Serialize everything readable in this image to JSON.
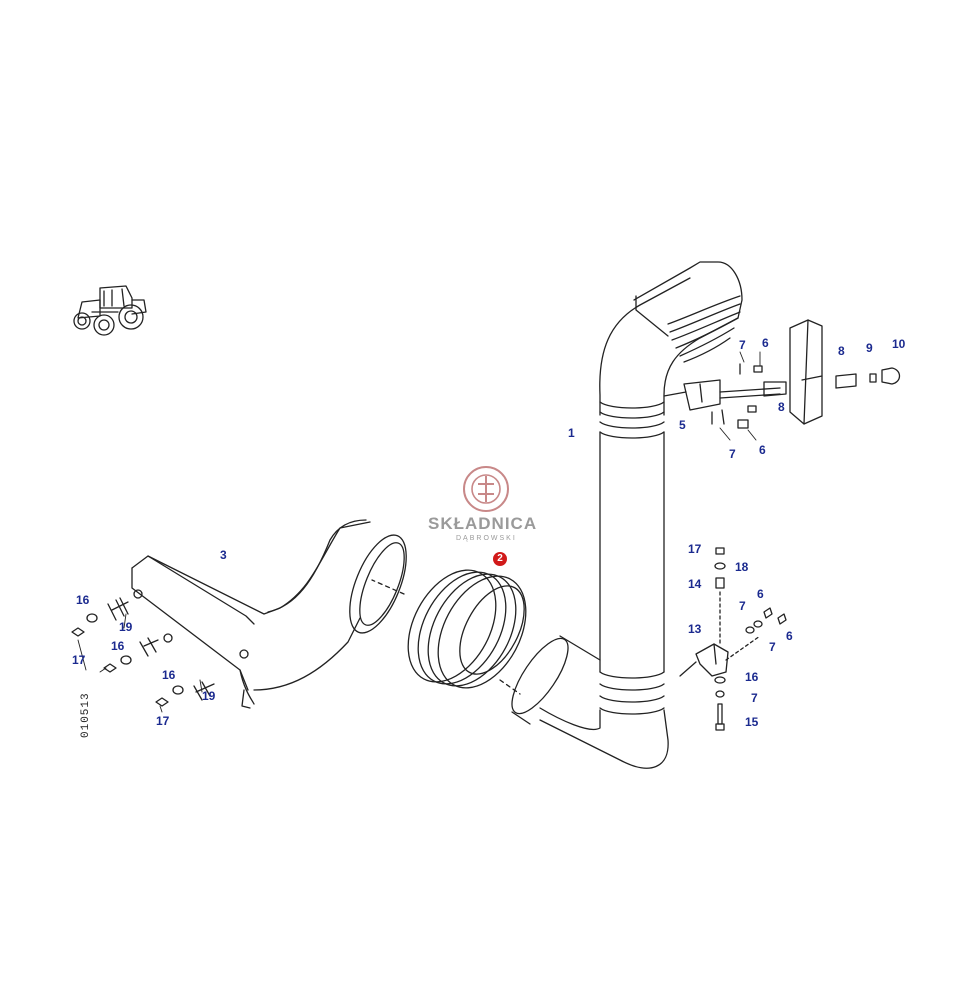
{
  "watermark": {
    "brand": "SKŁADNICA",
    "sub": "DĄBROWSKI"
  },
  "drawing_code": "010513",
  "hotspot": {
    "label": "2",
    "color": "#d11a1a"
  },
  "label_color": "#1b2a8f",
  "icons": {
    "vehicle": "tractor-icon"
  },
  "labels": [
    {
      "id": "p1",
      "text": "1"
    },
    {
      "id": "p3",
      "text": "3"
    },
    {
      "id": "p5",
      "text": "5"
    },
    {
      "id": "p6a",
      "text": "6"
    },
    {
      "id": "p7a",
      "text": "7"
    },
    {
      "id": "p8a",
      "text": "8"
    },
    {
      "id": "p9",
      "text": "9"
    },
    {
      "id": "p10",
      "text": "10"
    },
    {
      "id": "p8b",
      "text": "8"
    },
    {
      "id": "p7b",
      "text": "7"
    },
    {
      "id": "p6b",
      "text": "6"
    },
    {
      "id": "p17a",
      "text": "17"
    },
    {
      "id": "p18",
      "text": "18"
    },
    {
      "id": "p14",
      "text": "14"
    },
    {
      "id": "p6c",
      "text": "6"
    },
    {
      "id": "p7c",
      "text": "7"
    },
    {
      "id": "p7d",
      "text": "7"
    },
    {
      "id": "p6d",
      "text": "6"
    },
    {
      "id": "p13",
      "text": "13"
    },
    {
      "id": "p16a",
      "text": "16"
    },
    {
      "id": "p7e",
      "text": "7"
    },
    {
      "id": "p15",
      "text": "15"
    },
    {
      "id": "p16b",
      "text": "16"
    },
    {
      "id": "p19a",
      "text": "19"
    },
    {
      "id": "p16c",
      "text": "16"
    },
    {
      "id": "p17b",
      "text": "17"
    },
    {
      "id": "p16d",
      "text": "16"
    },
    {
      "id": "p19b",
      "text": "19"
    },
    {
      "id": "p17c",
      "text": "17"
    }
  ]
}
